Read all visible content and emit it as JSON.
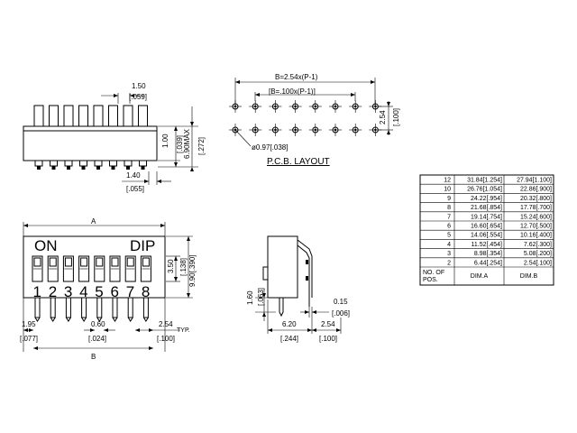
{
  "top_view": {
    "dim_pitch": "1.50",
    "dim_pitch_in": "[.059]",
    "dim_height1": "1.00",
    "dim_height1_in": "[.039]",
    "dim_height2": "6.90MAX",
    "dim_height2_in": "[.272]",
    "dim_pin": "1.40",
    "dim_pin_in": "[.055]"
  },
  "pcb": {
    "dim_b_mm": "B=2.54x(P-1)",
    "dim_b_in": "[B=.100x(P-1)]",
    "dim_row": "2.54",
    "dim_row_in": "[.100]",
    "hole": "ø0.97[.038]",
    "caption": "P.C.B.  LAYOUT"
  },
  "front_view": {
    "dim_a": "A",
    "on_label": "ON",
    "dip_label": "DIP",
    "positions": [
      "1",
      "2",
      "3",
      "4",
      "5",
      "6",
      "7",
      "8"
    ],
    "dim_act": "3.50",
    "dim_act_in": "[.138]",
    "dim_body": "9.90[.390]",
    "dim_edge": "1.95",
    "dim_edge_in": "[.077]",
    "dim_lead": "0.60",
    "dim_lead_in": "[.024]",
    "dim_pitch": "2.54",
    "dim_pitch_in": "[.100]",
    "typ": "TYP.",
    "dim_b": "B"
  },
  "side_view": {
    "dim_stand": "1.60",
    "dim_stand_in": "[.063]",
    "dim_lead_t": "0.15",
    "dim_lead_t_in": "[.006]",
    "dim_width": "6.20",
    "dim_width_in": "[.244]",
    "dim_row": "2.54",
    "dim_row_in": "[.100]"
  },
  "table": {
    "rows": [
      {
        "pos": "12",
        "a": "31.84[1.254]",
        "b": "27.94[1.100]"
      },
      {
        "pos": "10",
        "a": "26.76[1.054]",
        "b": "22.86[.900]"
      },
      {
        "pos": "9",
        "a": "24.22[.954]",
        "b": "20.32[.800]"
      },
      {
        "pos": "8",
        "a": "21.68[.854]",
        "b": "17.78[.700]"
      },
      {
        "pos": "7",
        "a": "19.14[.754]",
        "b": "15.24[.600]"
      },
      {
        "pos": "6",
        "a": "16.60[.654]",
        "b": "12.70[.500]"
      },
      {
        "pos": "5",
        "a": "14.06[.554]",
        "b": "10.16[.400]"
      },
      {
        "pos": "4",
        "a": "11.52[.454]",
        "b": "7.62[.300]"
      },
      {
        "pos": "3",
        "a": "8.98[.354]",
        "b": "5.08[.200]"
      },
      {
        "pos": "2",
        "a": "6.44[.254]",
        "b": "2.54[.100]"
      }
    ],
    "header_pos_line1": "NO. OF",
    "header_pos_line2": "POS.",
    "header_a": "DIM.A",
    "header_b": "DIM.B"
  }
}
